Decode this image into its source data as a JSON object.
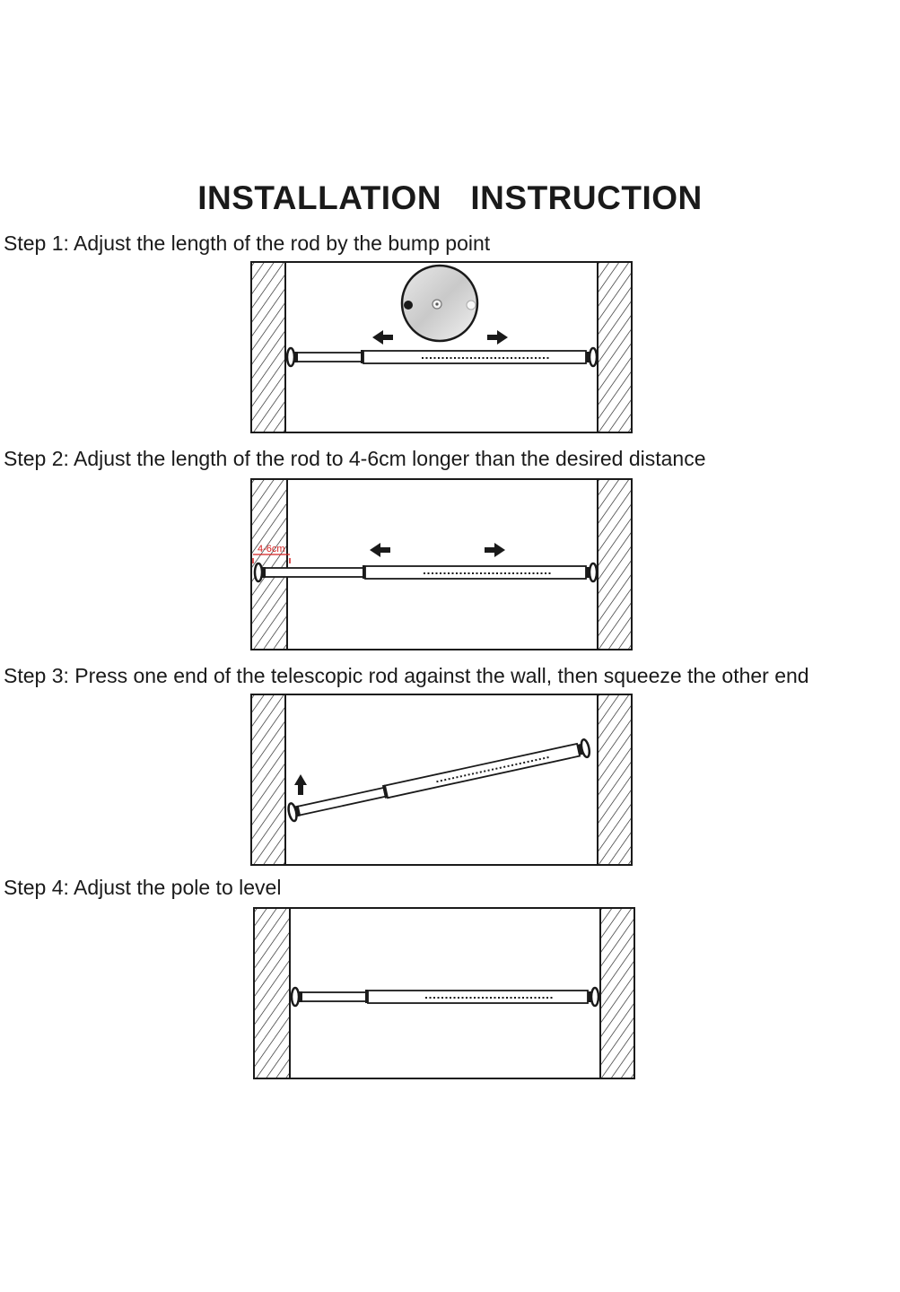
{
  "title": "INSTALLATION   INSTRUCTION",
  "steps": [
    {
      "text": "Step 1: Adjust the length of the rod by the bump point"
    },
    {
      "text": "Step 2: Adjust the length of the rod to 4-6cm longer than the desired distance",
      "label": "4-6cm"
    },
    {
      "text": "Step 3: Press one end of the telescopic rod against the wall, then squeeze the other end"
    },
    {
      "text": "Step 4: Adjust the pole to level"
    }
  ],
  "colors": {
    "line": "#1a1a1a",
    "annotation": "#d42020"
  }
}
